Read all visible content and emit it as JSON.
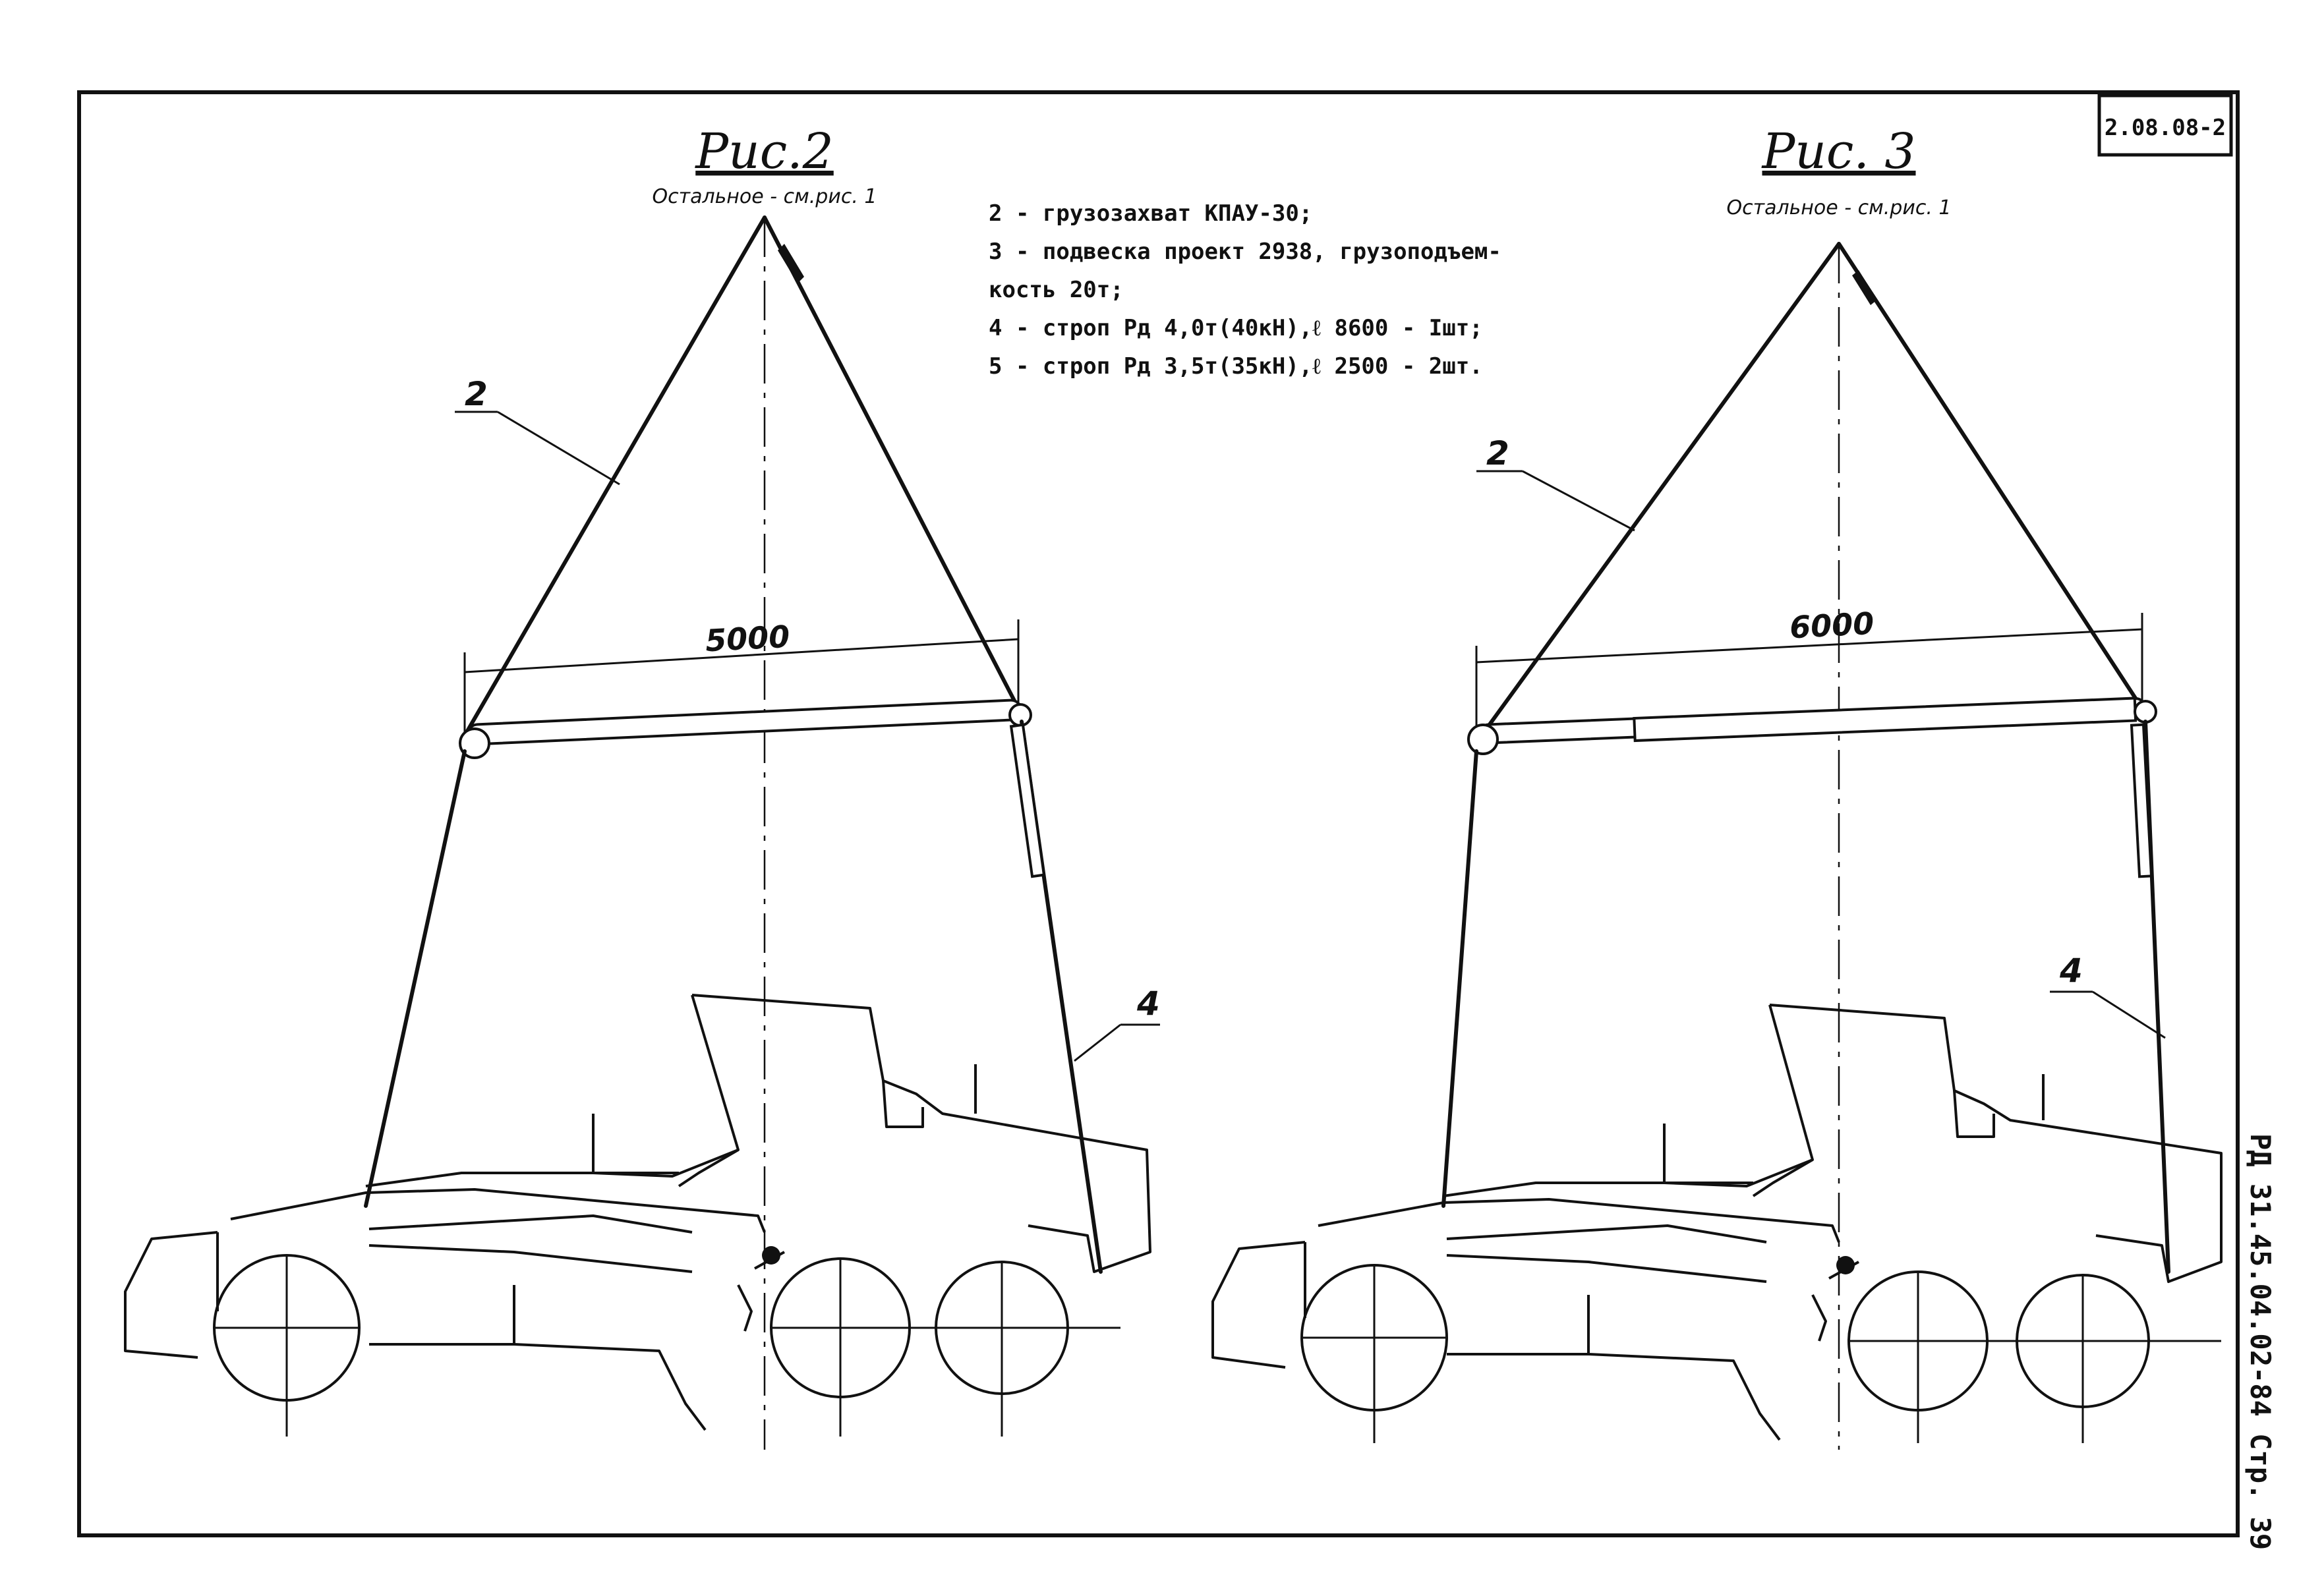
{
  "sheet_code": "2.08.08-2",
  "side_stamp": "РД 31.45.04.02-84 Стр. 39",
  "legend": [
    "2 - грузозахват КПАУ-30;",
    "3 - подвеска проект 2938, грузоподъем-",
    "кость 20т;",
    "4 - строп Рд 4,0т(40кН),ℓ 8600 - Iшт;",
    "5 - строп Рд 3,5т(35кН),ℓ 2500 - 2шт."
  ],
  "figures": [
    {
      "title": "Рис.2",
      "subtitle": "Остальное - см.рис. 1",
      "dimension": "5000",
      "callouts": [
        "2",
        "4"
      ]
    },
    {
      "title": "Рис. 3",
      "subtitle": "Остальное - см.рис. 1",
      "dimension": "6000",
      "callouts": [
        "2",
        "4"
      ]
    }
  ]
}
